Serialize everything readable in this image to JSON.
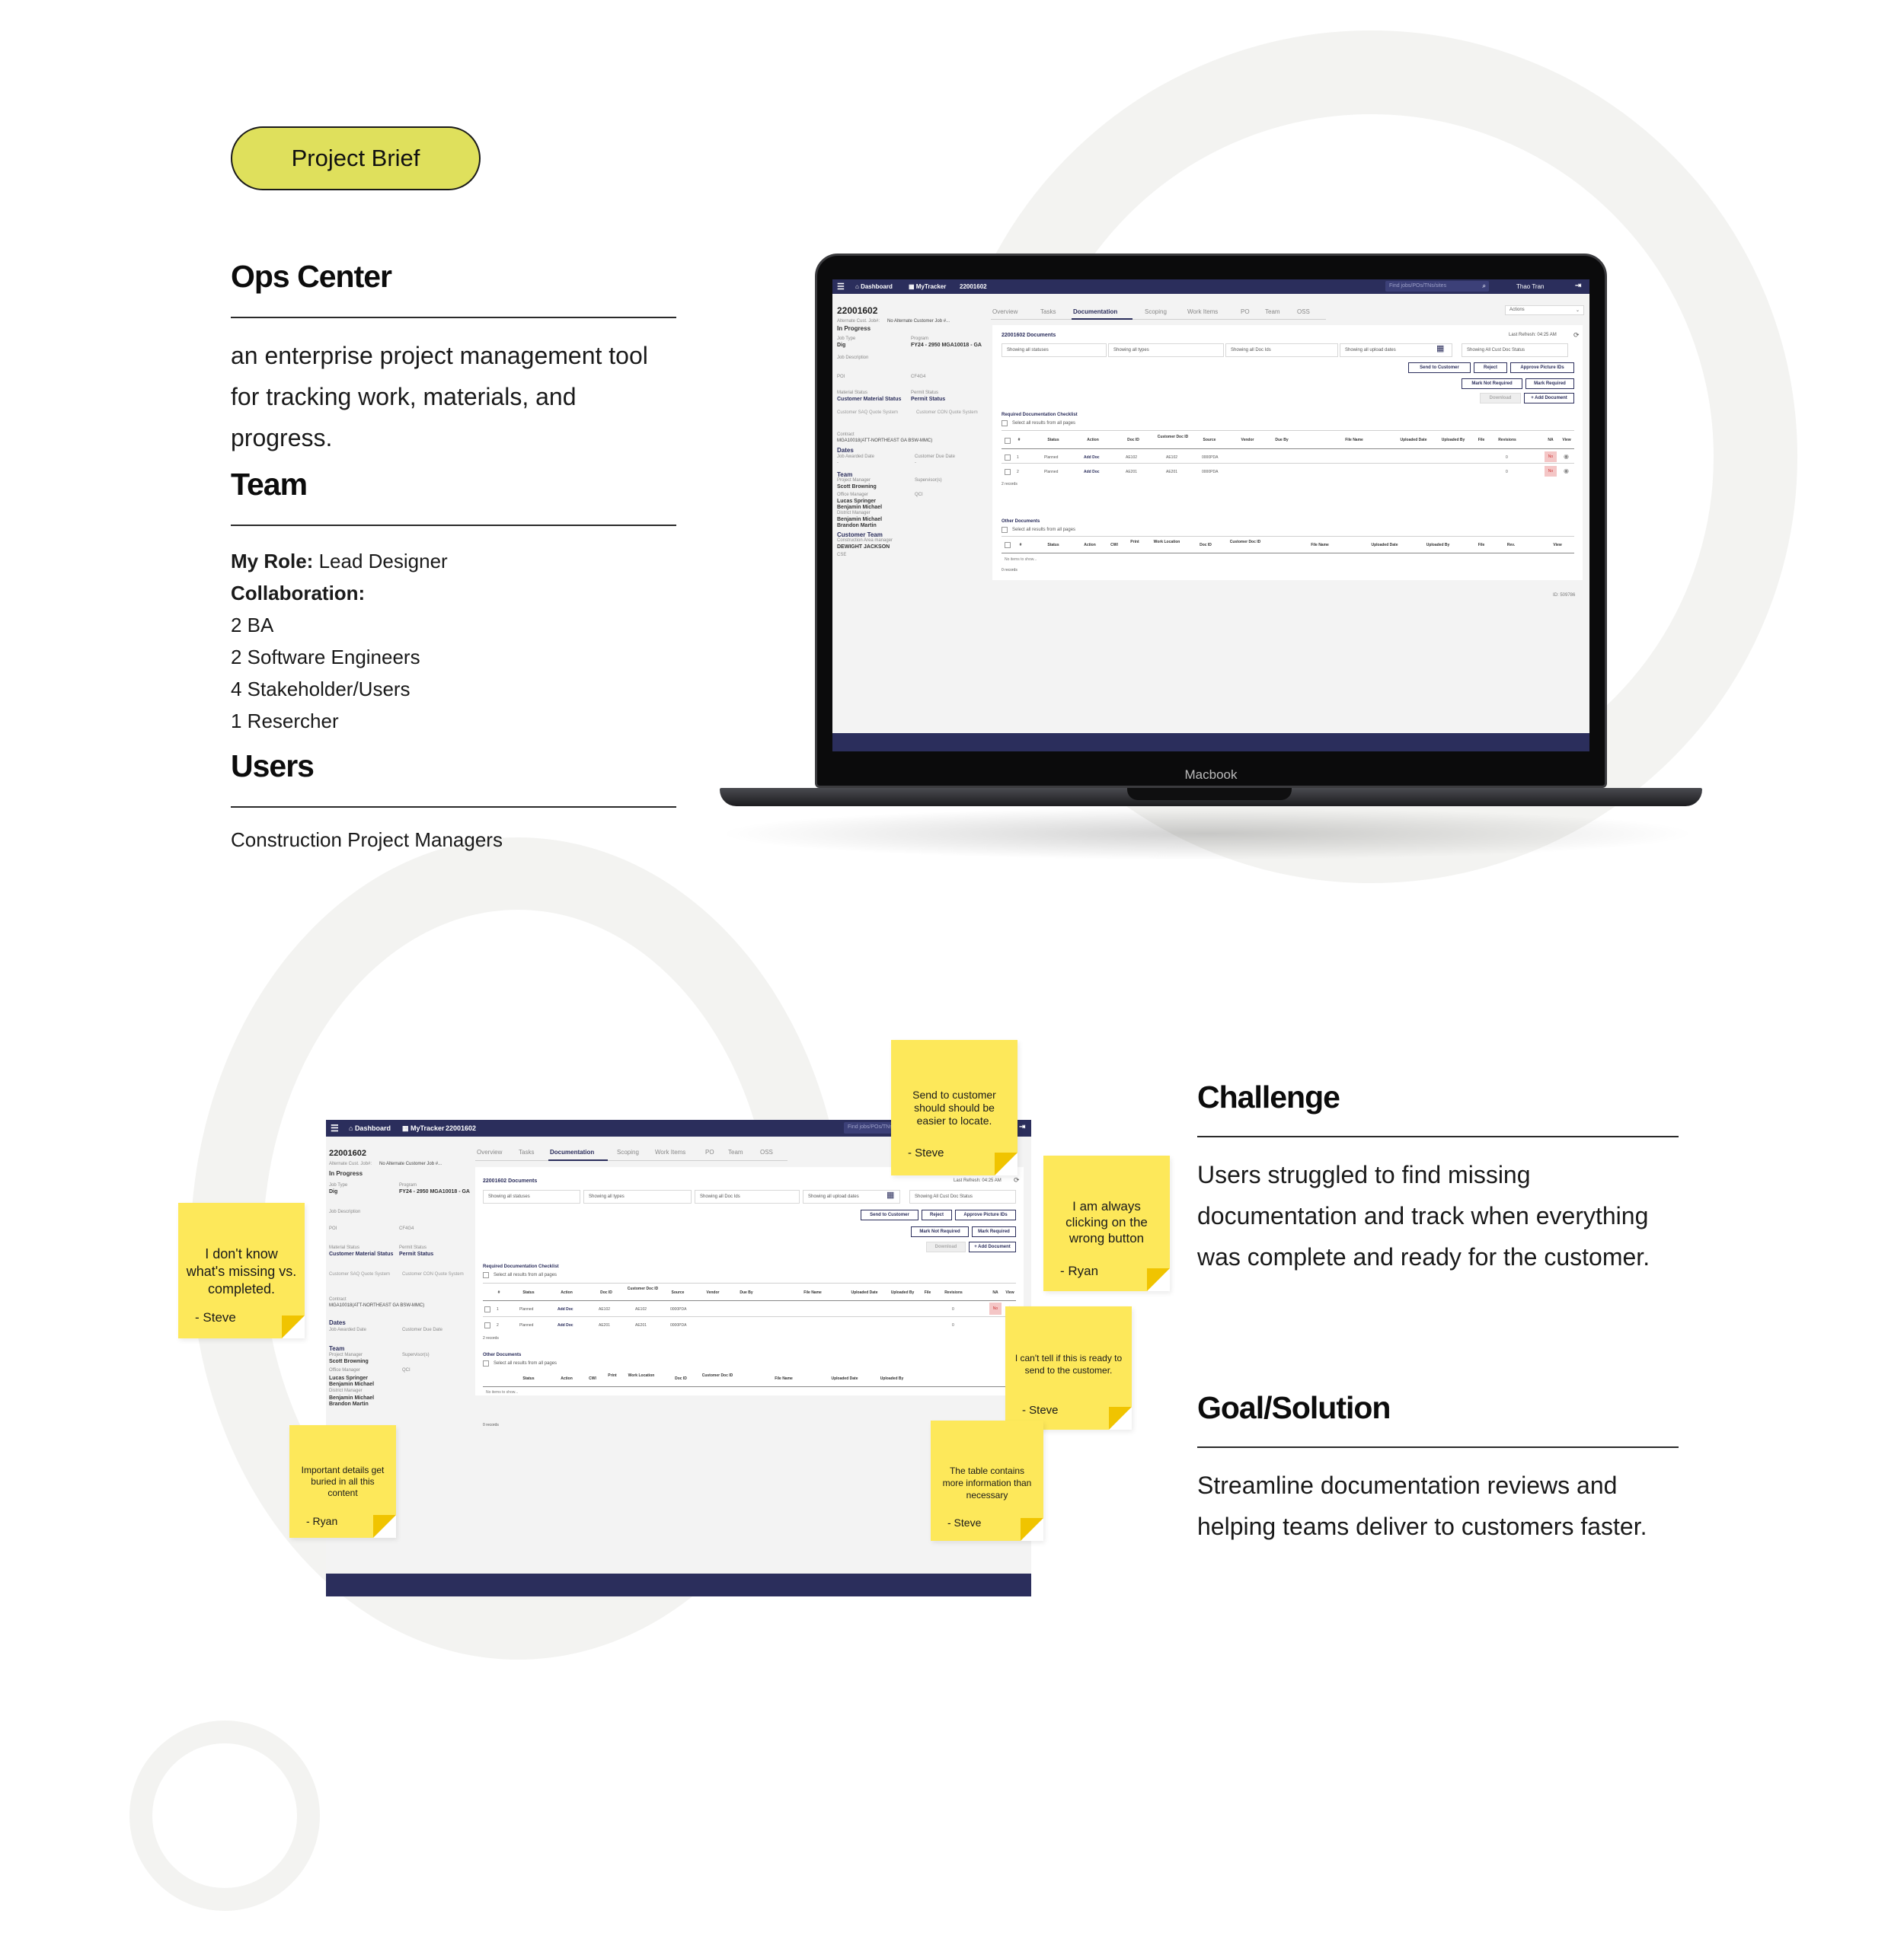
{
  "brief_pill": "Project Brief",
  "project": {
    "title": "Ops Center",
    "description": "an enterprise project management tool for tracking work, materials, and progress."
  },
  "team": {
    "title": "Team",
    "role_label": "My Role:",
    "role_value": "Lead Designer",
    "collab_label": "Collaboration:",
    "members": [
      "2 BA",
      "2 Software Engineers",
      "4 Stakeholder/Users",
      "1 Resercher"
    ]
  },
  "users": {
    "title": "Users",
    "value": "Construction Project Managers"
  },
  "laptop_brand": "Macbook",
  "app": {
    "dashboard": "Dashboard",
    "mytracker": "MyTracker",
    "job_no": "22001602",
    "search_placeholder": "Find jobs/POs/TNs/sites",
    "user": "Thao Tran",
    "actions": "Actions",
    "status": "In Progress",
    "alt_cust_label": "Alternate Cust. Job#:",
    "alt_cust_value": "No Alternate Customer Job #...",
    "job_type_label": "Job Type",
    "job_type_value": "Dig",
    "program_label": "Program",
    "program_value": "FY24 - 2950 MGA10018 - GA",
    "job_desc_label": "Job Description",
    "poi_label": "POI",
    "poi_value": "CF4G4",
    "material_status_label": "Material Status",
    "material_status_value": "Customer Material Status",
    "permit_status_label": "Permit Status",
    "permit_status_value": "Permit Status",
    "saq_label": "Customer SAQ Quote System",
    "con_label": "Customer CON Quote System",
    "contract_label": "Contract",
    "contract_value": "MGA10018(ATT-NORTHEAST GA BSW-MMC)",
    "dates_title": "Dates",
    "job_awarded_label": "Job Awarded Date",
    "cust_due_label": "Customer Due Date",
    "dash": "-",
    "team_title": "Team",
    "pm_label": "Project Manager",
    "pm_value": "Scott Browning",
    "supervisor_label": "Supervisor(s)",
    "office_mgr_label": "Office Manager",
    "office_mgr_values": [
      "Lucas Springer",
      "Benjamin Michael"
    ],
    "qci_label": "QCI",
    "district_mgr_label": "District Manager",
    "district_mgr_values": [
      "Benjamin Michael",
      "Brandon Martin"
    ],
    "cust_team_title": "Customer Team",
    "cam_label": "Construction Area manager",
    "cam_value": "DEWIGHT JACKSON",
    "cse_label": "CSE",
    "tabs": [
      "Overview",
      "Tasks",
      "Documentation",
      "Scoping",
      "Work Items",
      "PO",
      "Team",
      "OSS"
    ],
    "docs_title": "22001602 Documents",
    "last_refresh": "Last Refresh: 04:25 AM",
    "filters": [
      "Showing all statuses",
      "Showing all types",
      "Showing all Doc Ids",
      "Showing all upload dates",
      "Showing All Cust Doc Status"
    ],
    "buttons": [
      "Send to Customer",
      "Reject",
      "Approve Picture IDs",
      "Mark Not Required",
      "Mark Required",
      "Download",
      "+ Add Document"
    ],
    "req_title": "Required Documentation Checklist",
    "select_all": "Select all results from all pages",
    "req_headers": [
      "#",
      "Status",
      "Action",
      "Doc ID",
      "Customer Doc ID",
      "Source",
      "Vendor",
      "Due By",
      "File Name",
      "Uploaded Date",
      "Uploaded By",
      "File",
      "Revisions",
      "NA",
      "View"
    ],
    "req_rows": [
      {
        "n": "1",
        "status": "Planned",
        "action": "Add Doc",
        "doc_id": "AE102",
        "cust_doc": "AE102",
        "source": "0000PDA",
        "revisions": "0",
        "na": "No"
      },
      {
        "n": "2",
        "status": "Planned",
        "action": "Add Doc",
        "doc_id": "AE201",
        "cust_doc": "AE201",
        "source": "0000PDA",
        "revisions": "0",
        "na": "No"
      }
    ],
    "records_2": "2 records",
    "other_title": "Other Documents",
    "other_headers": [
      "#",
      "Status",
      "Action",
      "CWI",
      "Print",
      "Work Location",
      "Doc ID",
      "Customer Doc ID",
      "File Name",
      "Uploaded Date",
      "Uploaded By",
      "File",
      "Rev.",
      "View"
    ],
    "no_items": "No items to show...",
    "records_0": "0 records",
    "footer_id": "ID: 509786"
  },
  "notes": [
    {
      "text": "Send to customer should should be easier to locate.",
      "sig": "- Steve"
    },
    {
      "text": "I am always clicking on the wrong button",
      "sig": "- Ryan"
    },
    {
      "text": "I don't know what's missing vs. completed.",
      "sig": "- Steve"
    },
    {
      "text": "I can't tell if this is ready to send to the customer.",
      "sig": "- Steve"
    },
    {
      "text": "Important details get buried in all this content",
      "sig": "- Ryan"
    },
    {
      "text": "The table contains more information than necessary",
      "sig": "- Steve"
    }
  ],
  "challenge": {
    "title": "Challenge",
    "text": "Users struggled to find missing documentation and track when everything was complete and ready for the customer."
  },
  "goal": {
    "title": "Goal/Solution",
    "text": "Streamline documentation reviews and helping teams deliver to customers faster."
  },
  "colors": {
    "pill": "#dfe05c",
    "navy": "#2b2e5c",
    "sticky": "#fde85a",
    "ring": "#f3f3f1"
  }
}
